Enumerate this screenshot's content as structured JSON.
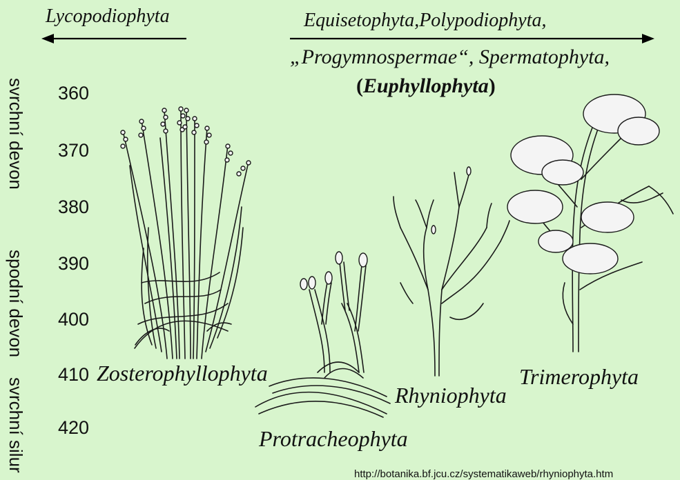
{
  "header": {
    "left_group": "Lycopodiophyta",
    "right_line1": "Equisetophyta,Polypodiophyta,",
    "right_line2": "„Progymnospermae“, Spermatophyta,",
    "right_line3_paren_open": "(",
    "right_line3_bold": "Euphyllophyta",
    "right_line3_paren_close": ")"
  },
  "periods": [
    "svrchní devon",
    "spodní devon",
    "svrchní silur"
  ],
  "ticks": [
    "360",
    "370",
    "380",
    "390",
    "400",
    "410",
    "420"
  ],
  "taxa": {
    "zostero": "Zosterophyllophyta",
    "protra": "Protracheophyta",
    "rhynio": "Rhyniophyta",
    "trimero": "Trimerophyta"
  },
  "source_url": "http://botanika.bf.jcu.cz/systematikaweb/rhyniophyta.htm"
}
